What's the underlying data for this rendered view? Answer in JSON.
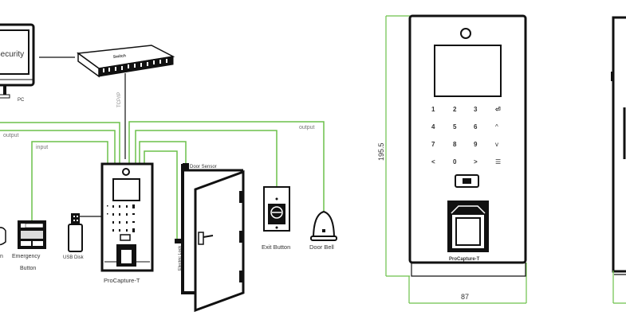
{
  "wiring_diagram": {
    "pc": {
      "screen_text": "Security",
      "label": "PC"
    },
    "switch": {
      "label": "Switch"
    },
    "network_label": "TCP/IP",
    "device": {
      "label": "ProCapture-T"
    },
    "door_sensor": {
      "label": "Door Sensor"
    },
    "electric_lock": {
      "label": "Electric Lock"
    },
    "exit_button": {
      "label": "Exit Button"
    },
    "door_bell": {
      "label": "Door Bell"
    },
    "emergency_button": {
      "label_line1": "Emergency",
      "label_line2": "Button"
    },
    "usb_disk": {
      "label": "USB Disk"
    },
    "alarm": {
      "label": "n"
    },
    "wire_labels": {
      "output_left": "output",
      "input_left": "input",
      "output_right": "output"
    },
    "wire_color": "#6cc04a"
  },
  "front_view": {
    "height_label": "195.5",
    "width_label": "87",
    "keypad": [
      [
        "1",
        "2",
        "3",
        "⏎"
      ],
      [
        "4",
        "5",
        "6",
        "^"
      ],
      [
        "7",
        "8",
        "9",
        "v"
      ],
      [
        "<",
        "0",
        ">",
        "☰"
      ]
    ],
    "brand_label": "ProCapture-T",
    "dimension_color": "#6cc04a"
  },
  "side_view": {}
}
